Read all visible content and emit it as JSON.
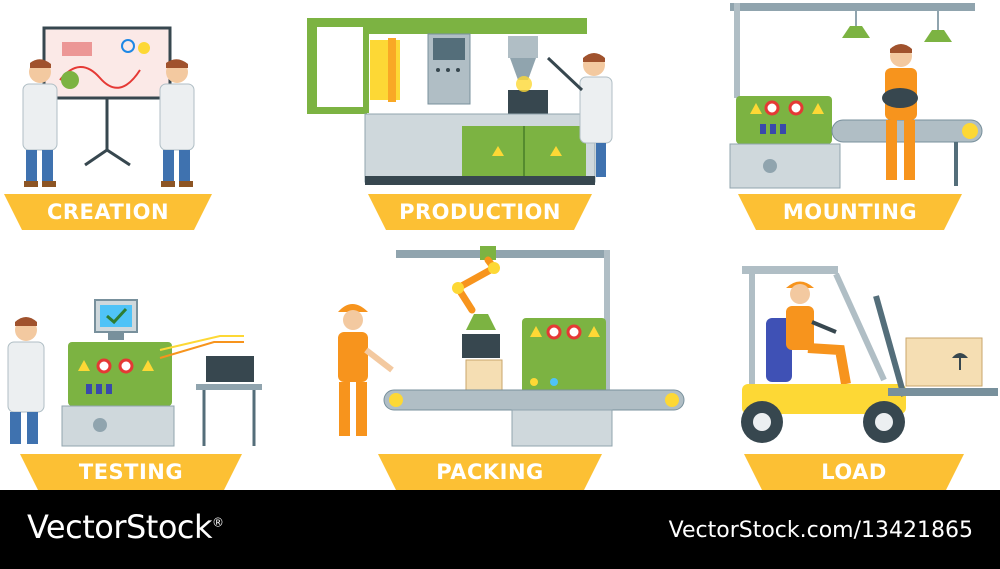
{
  "stages": [
    {
      "id": "creation",
      "label": "CREATION"
    },
    {
      "id": "production",
      "label": "PRODUCTION"
    },
    {
      "id": "mounting",
      "label": "MOUNTING"
    },
    {
      "id": "testing",
      "label": "TESTING"
    },
    {
      "id": "packing",
      "label": "PACKING"
    },
    {
      "id": "load",
      "label": "LOAD"
    }
  ],
  "footer": {
    "brand": "VectorStock",
    "brand_mark": "®",
    "image_code": "VectorStock.com/13421865"
  },
  "colors": {
    "banner": "#fcc034",
    "machine_green": "#7cb342",
    "steel": "#90a4ae",
    "hazard": "#fdd835",
    "worker_orange": "#f7941d",
    "coat": "#e8eef2",
    "dark": "#37474f"
  }
}
